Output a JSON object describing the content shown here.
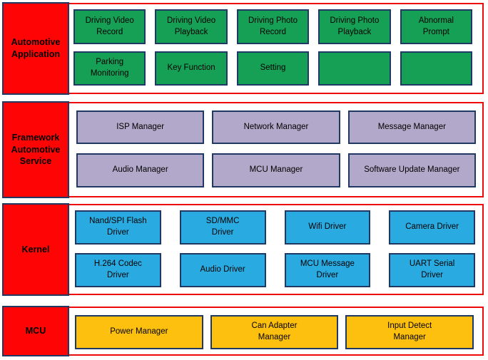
{
  "diagram": {
    "type": "layered-architecture",
    "colors": {
      "layer_label_bg": "#fe0404",
      "layer_outline_border": "#ee0a0a",
      "box_border": "#1f3864",
      "application_box_bg": "#16a056",
      "service_box_bg": "#b2a9ca",
      "kernel_box_bg": "#29abe2",
      "mcu_box_bg": "#fec00f",
      "text_color": "#000000"
    }
  },
  "layers": [
    {
      "label": "Automotive Application",
      "boxes": [
        "Driving Video\nRecord",
        "Driving Video\nPlayback",
        "Driving Photo\nRecord",
        "Driving Photo\nPlayback",
        "Abnormal\nPrompt",
        "Parking\nMonitoring",
        "Key Function",
        "Setting",
        "",
        ""
      ]
    },
    {
      "label": "Framework Automotive Service",
      "boxes": [
        "ISP Manager",
        "Network Manager",
        "Message Manager",
        "Audio Manager",
        "MCU Manager",
        "Software Update Manager"
      ]
    },
    {
      "label": "Kernel",
      "boxes": [
        "Nand/SPI Flash\nDriver",
        "SD/MMC\nDriver",
        "Wifi Driver",
        "Camera Driver",
        "H.264 Codec\nDriver",
        "Audio Driver",
        "MCU Message\nDriver",
        "UART Serial\nDriver"
      ]
    },
    {
      "label": "MCU",
      "boxes": [
        "Power Manager",
        "Can Adapter\nManager",
        "Input Detect\nManager"
      ]
    }
  ]
}
